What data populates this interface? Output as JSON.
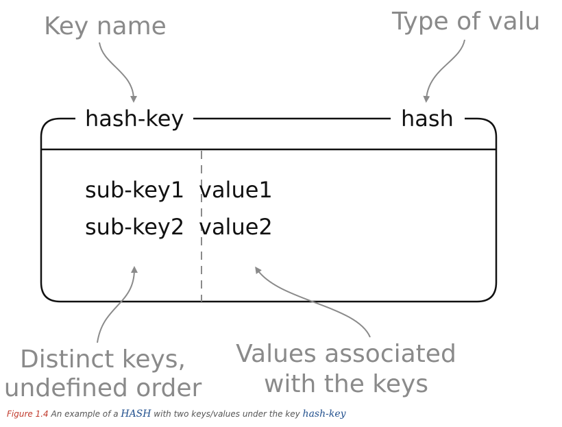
{
  "annotations": {
    "key_name": "Key name",
    "type_of_value": "Type of valu",
    "distinct_keys_line1": "Distinct keys,",
    "distinct_keys_line2": "undefined order",
    "values_associated_line1": "Values associated",
    "values_associated_line2": "with the keys"
  },
  "box": {
    "key_label": "hash-key",
    "type_label": "hash",
    "entries": [
      {
        "sub_key": "sub-key1",
        "value": "value1"
      },
      {
        "sub_key": "sub-key2",
        "value": "value2"
      }
    ]
  },
  "caption": {
    "figure_label": "Figure 1.4",
    "text_before": " An example of a ",
    "hash_term": "HASH",
    "text_middle": " with two keys/values under the key ",
    "key_term": "hash-key"
  },
  "colors": {
    "annotation": "#8a8a8a",
    "box_stroke": "#111111",
    "figure_label": "#c0392b",
    "code_term": "#1f4e8c"
  }
}
